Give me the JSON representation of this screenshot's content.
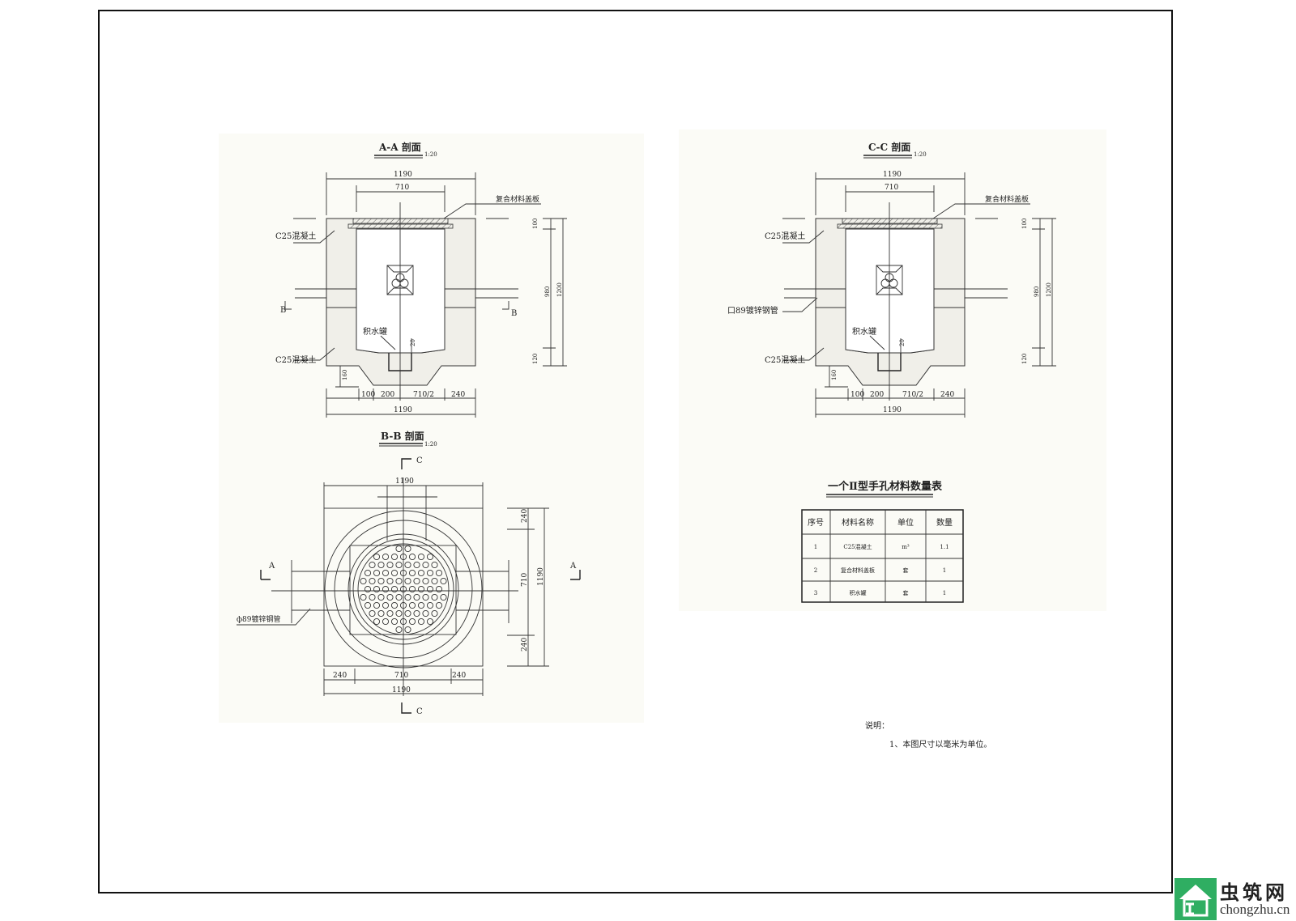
{
  "section_aa": {
    "title": "A-A 剖面",
    "scale": "1:20",
    "cover_label": "复合材料盖板",
    "concrete_top": "C25混凝土",
    "concrete_bottom": "C25混凝土",
    "sump_label": "积水罐",
    "cut_left": "B",
    "cut_right": "B",
    "dims": {
      "top_total": "1190",
      "top_inner": "710",
      "right_100": "100",
      "right_980": "980",
      "right_120": "120",
      "right_1200": "1200",
      "d20": "20",
      "d160": "160",
      "b100": "100",
      "b200": "200",
      "b710half": "710/2",
      "b240": "240",
      "bottom_total": "1190"
    }
  },
  "section_cc": {
    "title": "C-C 剖面",
    "scale": "1:20",
    "cover_label": "复合材料盖板",
    "concrete_top": "C25混凝土",
    "pipe_label": "口89镀锌钢管",
    "concrete_bottom": "C25混凝土",
    "sump_label": "积水罐",
    "dims": {
      "top_total": "1190",
      "top_inner": "710",
      "right_100": "100",
      "right_980": "980",
      "right_120": "120",
      "right_1200": "1200",
      "d20": "20",
      "d160": "160",
      "b100": "100",
      "b200": "200",
      "b710half": "710/2",
      "b240": "240",
      "bottom_total": "1190"
    }
  },
  "section_bb": {
    "title": "B-B 剖面",
    "scale": "1:20",
    "pipe_label": "ф89镀锌钢管",
    "cut_top": "C",
    "cut_bottom": "C",
    "cut_left": "A",
    "cut_right": "A",
    "dims": {
      "top_total": "1190",
      "r240a": "240",
      "r710": "710",
      "r240b": "240",
      "r1190": "1190",
      "b240a": "240",
      "b710": "710",
      "b240b": "240",
      "bottom_total": "1190"
    }
  },
  "material_table": {
    "title": "一个Ⅱ型手孔材料数量表",
    "headers": [
      "序号",
      "材料名称",
      "单位",
      "数量"
    ],
    "rows": [
      [
        "1",
        "C25混凝土",
        "m³",
        "1.1"
      ],
      [
        "2",
        "复合材料盖板",
        "套",
        "1"
      ],
      [
        "3",
        "积水罐",
        "套",
        "1"
      ]
    ]
  },
  "notes": {
    "heading": "说明：",
    "items": [
      "1、本图尺寸以毫米为单位。"
    ]
  },
  "logo": {
    "name": "虫筑网",
    "domain": "chongzhu.cn"
  },
  "colors": {
    "logo_green": "#2fae62",
    "paper": "#ffffff",
    "line": "#222222"
  }
}
